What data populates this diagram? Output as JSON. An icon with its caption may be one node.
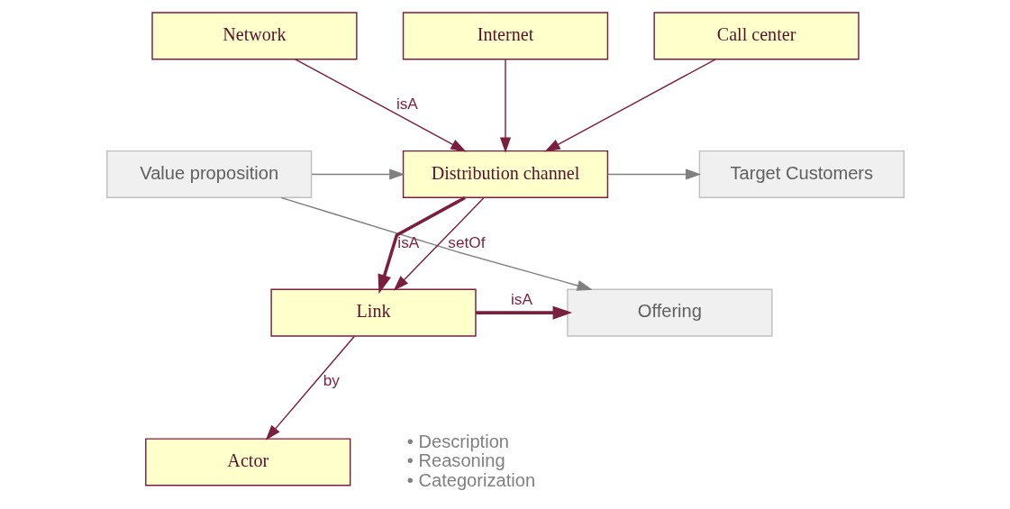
{
  "diagram": {
    "nodes": [
      {
        "text": [
          "Value proposition"
        ]
      },
      {
        "text": [
          "Distribution channel"
        ]
      },
      {
        "text": [
          "Target Customers"
        ]
      },
      {
        "text": [
          "Network"
        ]
      },
      {
        "text": [
          "Internet"
        ]
      },
      {
        "text": [
          "Call center"
        ]
      },
      {
        "text": [
          "Offering"
        ]
      },
      {
        "text": [
          "Link"
        ]
      },
      {
        "text": [
          "Actor"
        ]
      }
    ],
    "edges": [
      {
        "from": 0,
        "to": 1,
        "arrow": "to",
        "color": "#808080"
      },
      {
        "from": 1,
        "to": 2,
        "arrow": "to",
        "color": "#808080"
      },
      {
        "from": 0,
        "to": 6,
        "arrow": "to",
        "color": "#808080"
      },
      {
        "from": 1,
        "to": 7,
        "arrow": "to",
        "label": "setOf"
      },
      {
        "from": 1,
        "to": 7,
        "arrow": "to",
        "label": "isA",
        "style": "thick"
      },
      {
        "from": 3,
        "to": 1,
        "arrow": "to",
        "label": "isA"
      },
      {
        "from": 4,
        "to": 1,
        "arrow": "to"
      },
      {
        "from": 5,
        "to": 1,
        "arrow": "to"
      },
      {
        "from": 7,
        "to": 6,
        "arrow": "to",
        "label": "isA",
        "style": "thick"
      },
      {
        "from": 7,
        "to": 8,
        "arrow": "to",
        "label": "by"
      }
    ],
    "labels": [
      "• Description",
      "• Reasoning",
      "• Categorization"
    ]
  }
}
